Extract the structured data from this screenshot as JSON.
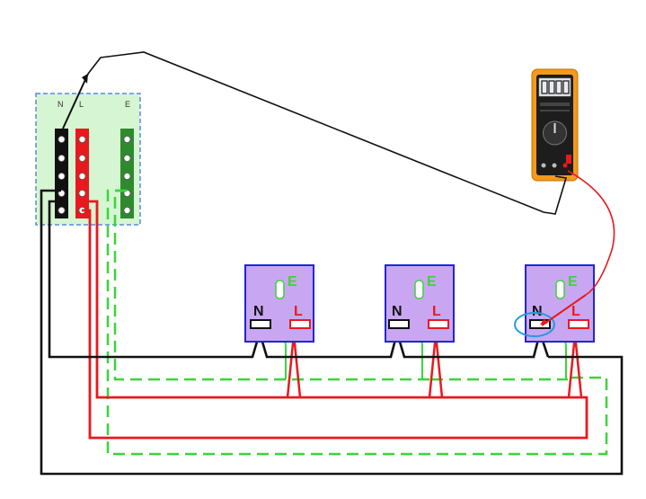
{
  "consumer_unit": {
    "labels": {
      "neutral": "N",
      "live": "L",
      "earth": "E"
    }
  },
  "sockets": [
    {
      "neutral_label": "N",
      "live_label": "L",
      "earth_label": "E"
    },
    {
      "neutral_label": "N",
      "live_label": "L",
      "earth_label": "E"
    },
    {
      "neutral_label": "N",
      "live_label": "L",
      "earth_label": "E"
    }
  ],
  "multimeter": {
    "display": ""
  },
  "colors": {
    "neutral_wire": "#111111",
    "live_wire": "#e8191e",
    "earth_wire": "#3bd43b",
    "socket_fill": "#c9a6f2",
    "socket_border": "#2424d6",
    "board_fill": "#d6f5d2",
    "board_border": "#5b88e0",
    "meter_body": "#f39a1c",
    "highlight_circle": "#1e9be0"
  },
  "icons": [
    "multimeter-icon",
    "probe-tip-icon"
  ]
}
